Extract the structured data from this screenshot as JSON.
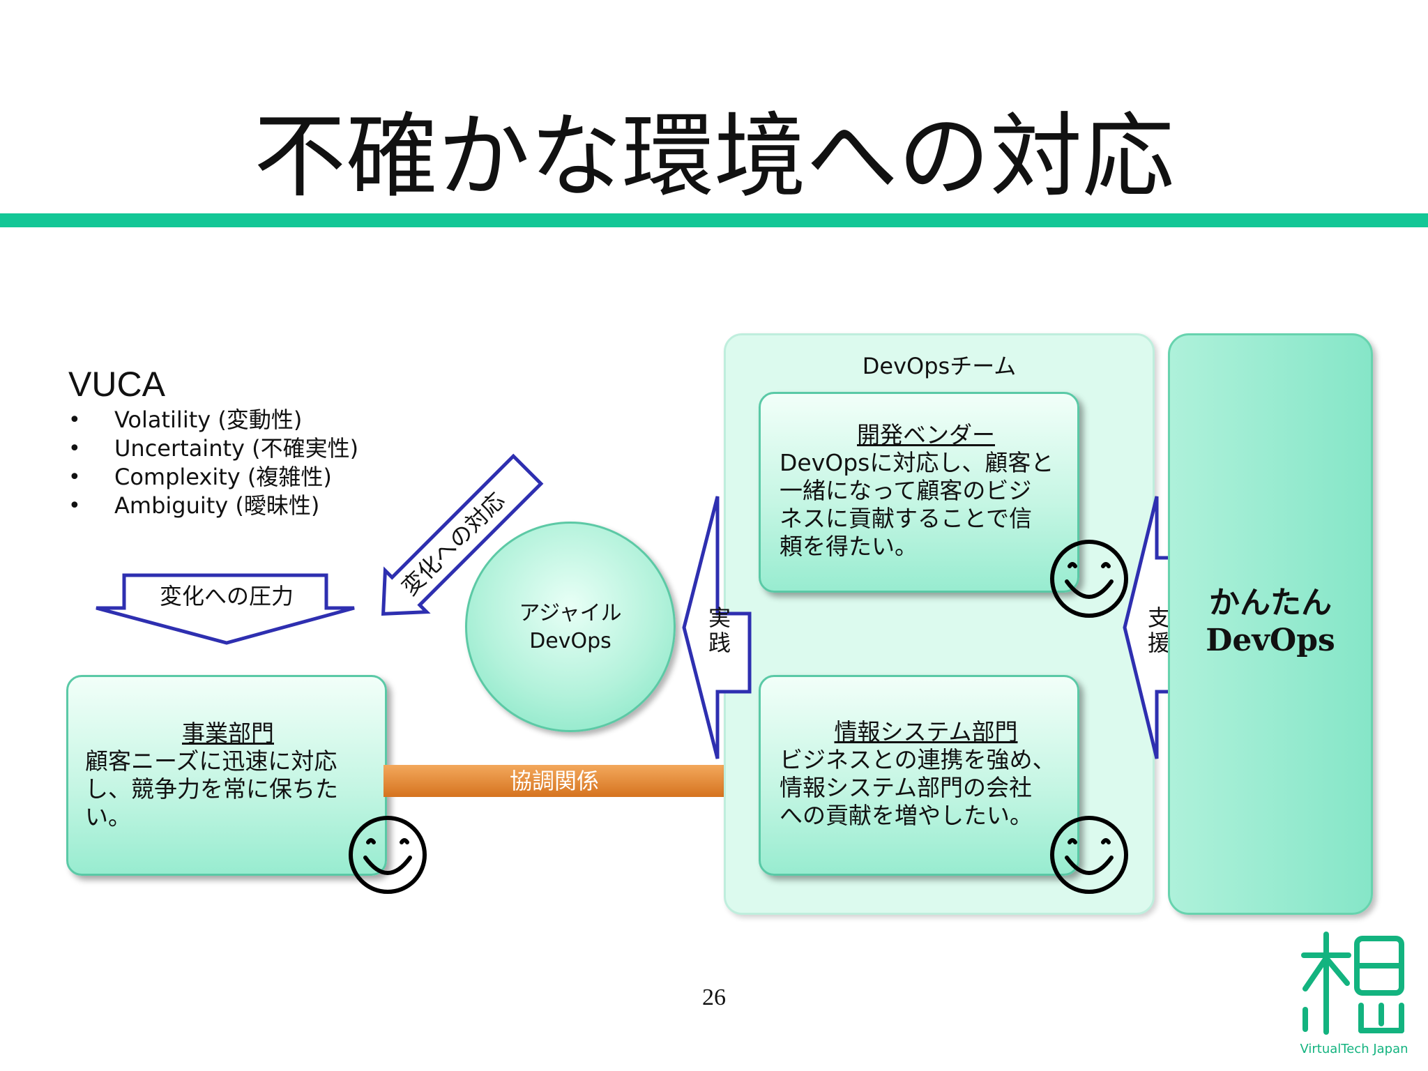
{
  "slide": {
    "title": "不確かな環境への対応",
    "page_number": "26",
    "accent_color": "#13c796"
  },
  "vuca": {
    "heading": "VUCA",
    "bullet_symbol": "•",
    "items": [
      "Volatility (変動性)",
      "Uncertainty (不確実性)",
      "Complexity (複雑性)",
      "Ambiguity (曖昧性)"
    ]
  },
  "arrows": {
    "pressure": "変化への圧力",
    "response": "変化への対応",
    "practice": [
      "実",
      "践"
    ],
    "support": [
      "支",
      "援"
    ]
  },
  "circle": {
    "lines": [
      "アジャイル",
      "DevOps"
    ]
  },
  "business": {
    "heading": "事業部門",
    "body": [
      "顧客ニーズに迅速に対応",
      "し、競争力を常に保ちた",
      "い。"
    ]
  },
  "collaboration": "協調関係",
  "devops_team": {
    "label": "DevOpsチーム",
    "vendor": {
      "heading": "開発ベンダー",
      "body": [
        "DevOpsに対応し、顧客と",
        "一緒になって顧客のビジ",
        "ネスに貢献することで信",
        "頼を得たい。"
      ]
    },
    "is_dept": {
      "heading": "情報システム部門",
      "body": [
        "ビジネスとの連携を強め、",
        "情報システム部門の会社",
        "への貢献を増やしたい。"
      ]
    }
  },
  "kantan": {
    "lines": [
      "かんたん",
      "DevOps"
    ]
  },
  "logo": {
    "icon": "vtj-kanji-logo-icon",
    "caption": "VirtualTech Japan",
    "color": "#13b37f"
  },
  "smiley_icon": "smiley-face-icon"
}
